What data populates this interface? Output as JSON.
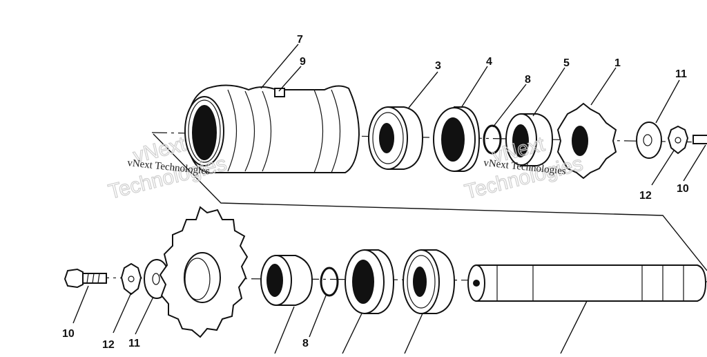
{
  "callouts": {
    "c7": "7",
    "c9": "9",
    "c3": "3",
    "c4": "4",
    "c8_top": "8",
    "c5": "5",
    "c1": "1",
    "c11_top": "11",
    "c12_top": "12",
    "c10_top": "10",
    "c10_bottom": "10",
    "c12_bottom": "12",
    "c11_bottom": "11",
    "c8_bottom": "8"
  },
  "watermarks": {
    "small_text": "vNext Technologies",
    "big_line1": "vNext",
    "big_line2": "Technologies"
  }
}
